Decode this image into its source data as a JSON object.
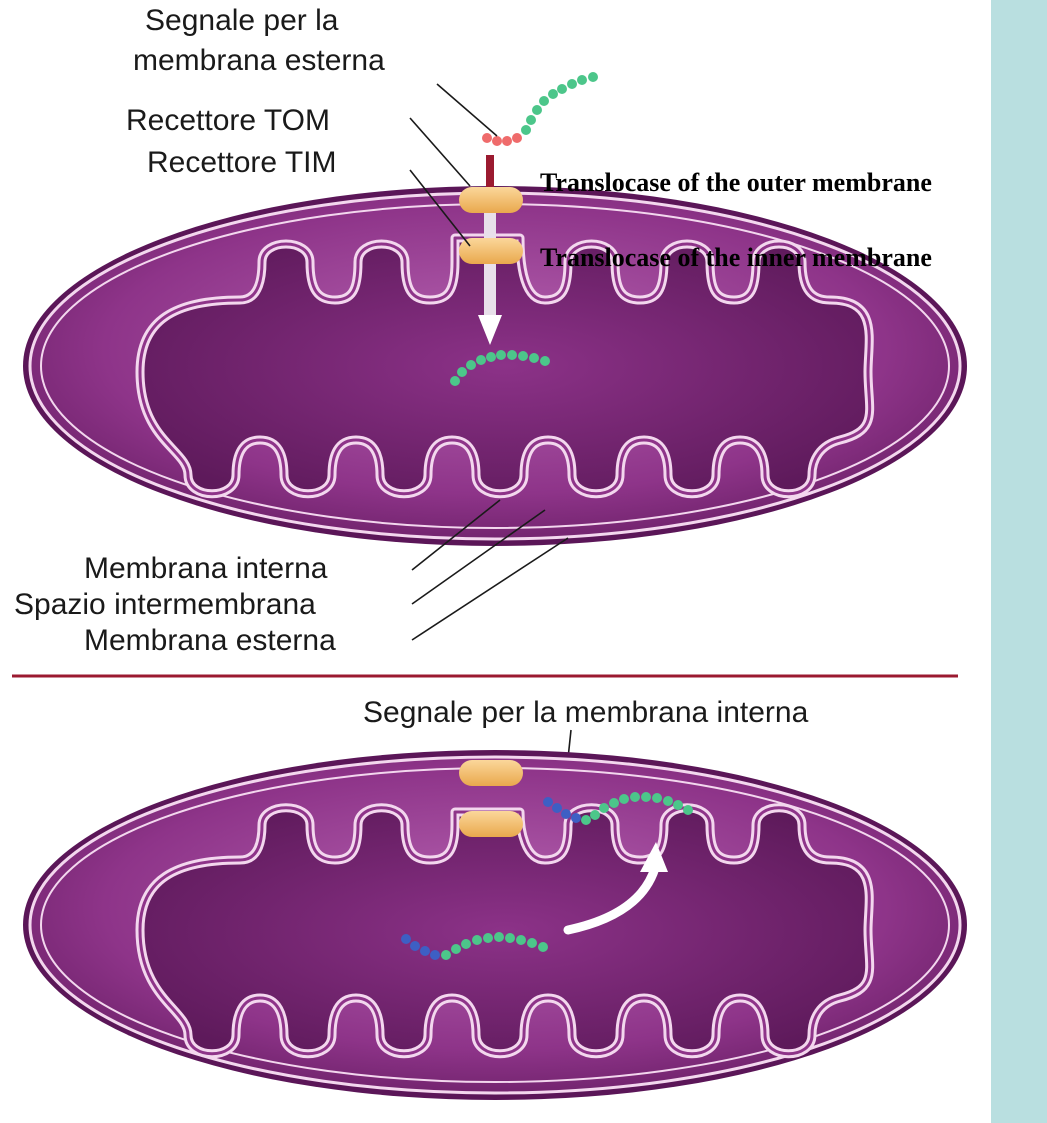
{
  "top_panel": {
    "signal_outer_line1": "Segnale per la",
    "signal_outer_line2": "membrana esterna",
    "tom_receptor": "Recettore TOM",
    "tim_receptor": "Recettore TIM",
    "tom_description": "Translocase of the outer membrane",
    "tim_description": "Translocase of the inner membrane",
    "inner_membrane": "Membrana interna",
    "intermembrane_space": "Spazio intermembrana",
    "outer_membrane": "Membrana esterna"
  },
  "bottom_panel": {
    "signal_inner": "Segnale per la membrana interna"
  },
  "colors": {
    "mito_body": "#8a2f86",
    "matrix": "#6e1f6b",
    "membrane_line": "#f3d7ee",
    "translocase": "#f6c27a",
    "divider": "#9b1a30",
    "green_bead": "#4cc68a",
    "red_bead": "#ef6b6b",
    "blue_bead": "#3d5fc4",
    "side_panel": "#b9dfe0"
  }
}
